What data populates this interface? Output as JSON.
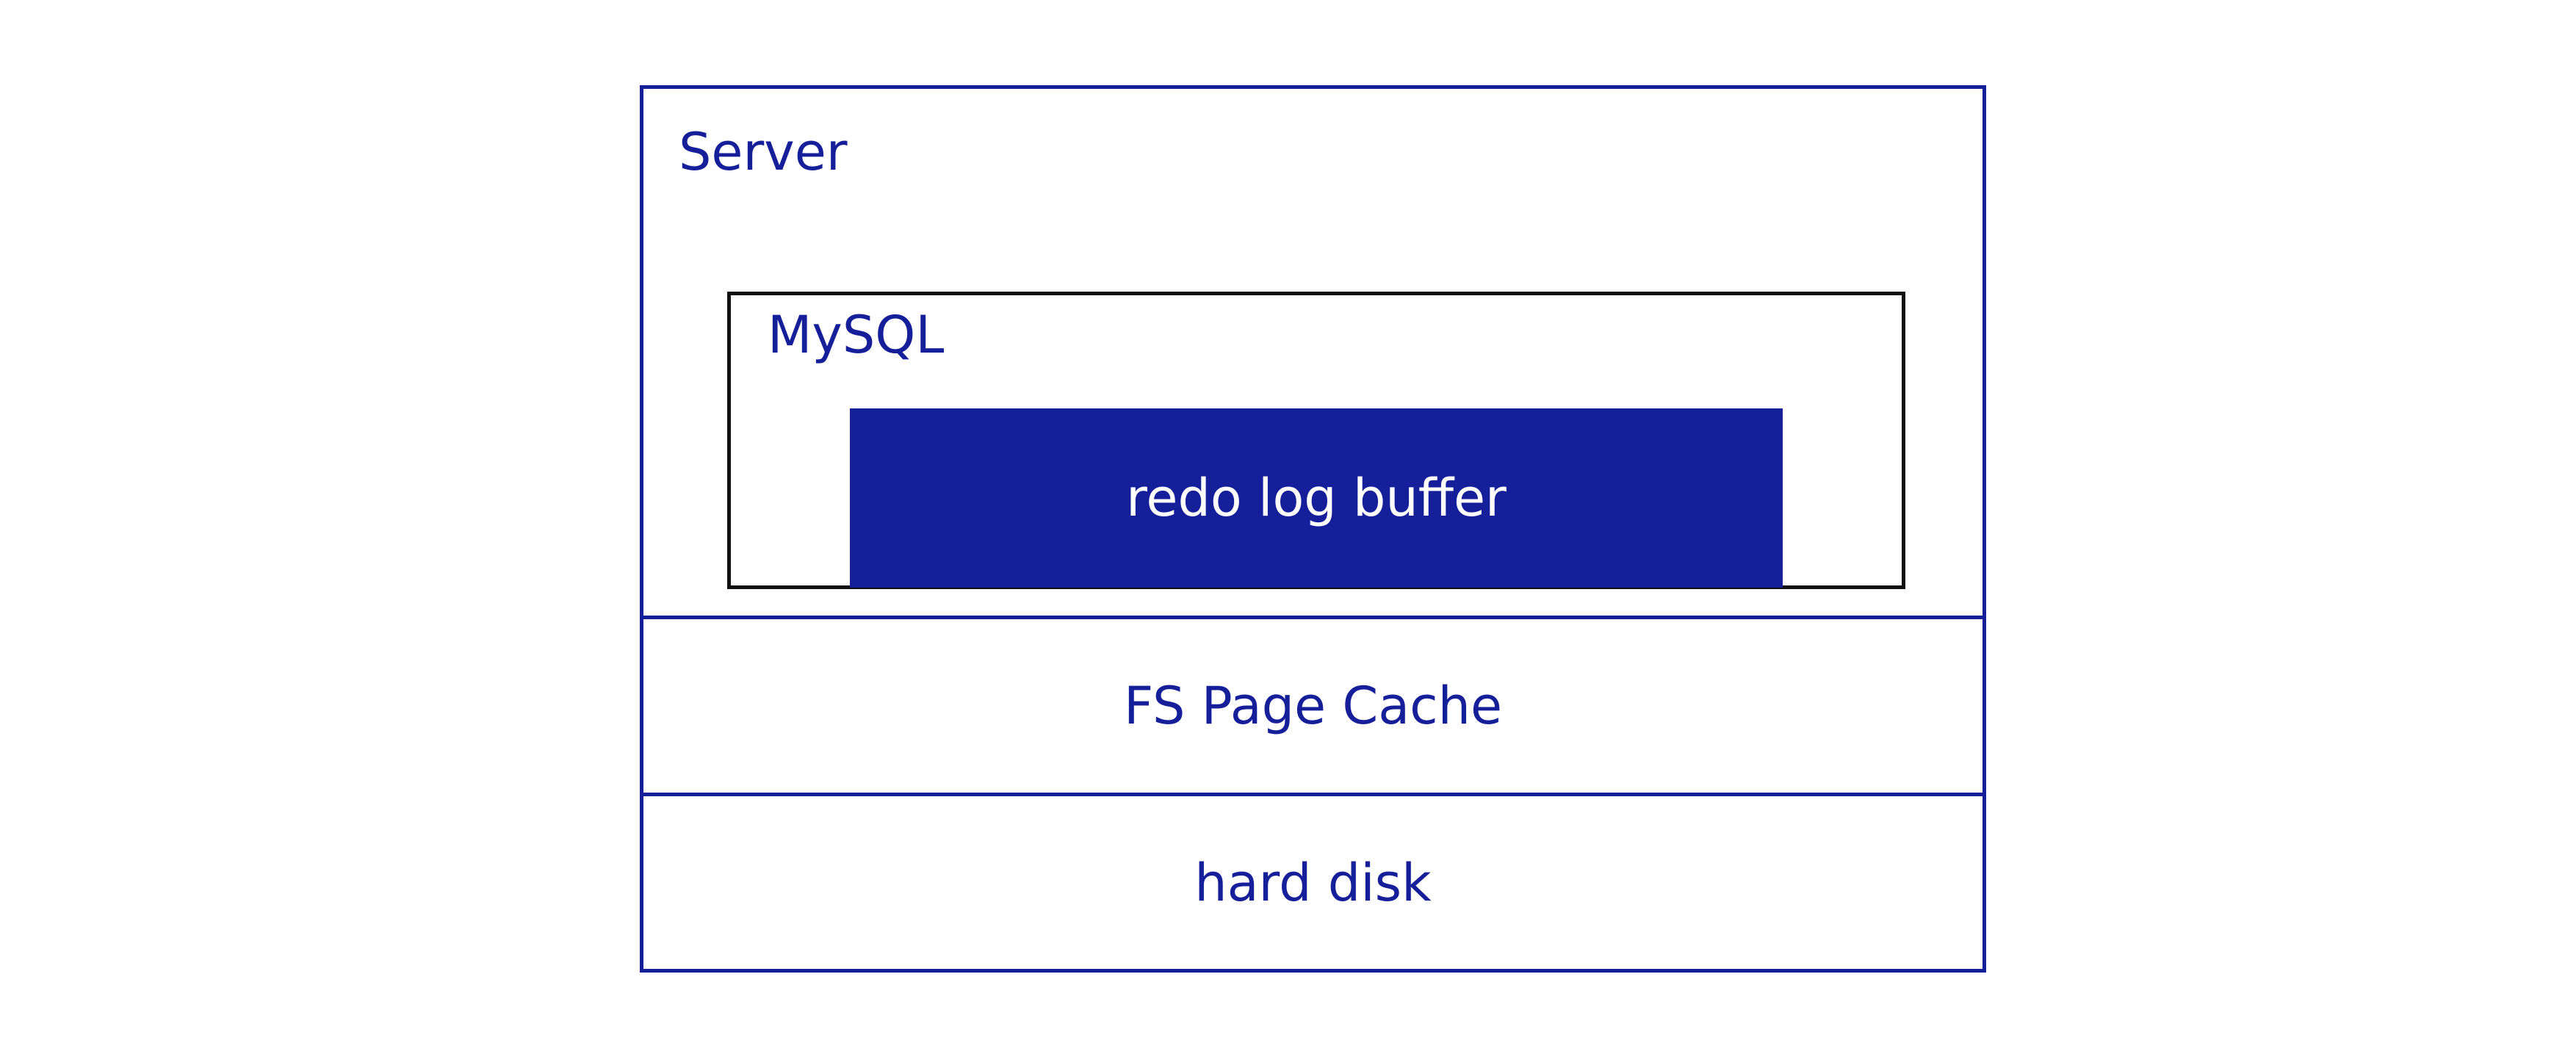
{
  "colors": {
    "primary_blue": "#141f99",
    "mysql_border": "#111111",
    "background": "#ffffff"
  },
  "server": {
    "label": "Server"
  },
  "mysql": {
    "label": "MySQL"
  },
  "redo_log_buffer": {
    "label": "redo log buffer"
  },
  "fs_page_cache": {
    "label": "FS Page Cache"
  },
  "hard_disk": {
    "label": "hard disk"
  }
}
